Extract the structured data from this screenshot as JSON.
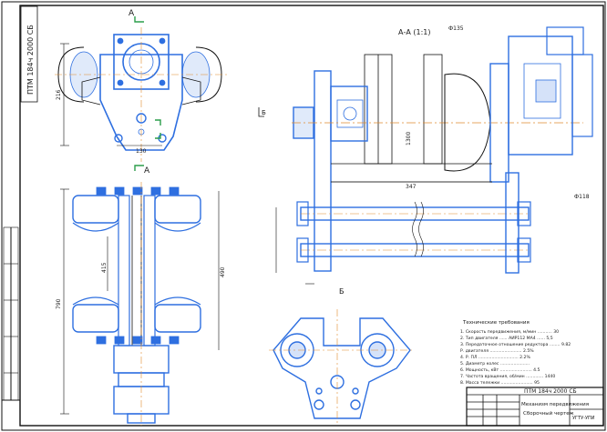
{
  "colors": {
    "paper": "#ffffff",
    "line": "#111111",
    "part_blue": "#2e6fe0",
    "accent_blue": "#8fb3f0",
    "center_orange": "#e08a2c",
    "section_marker": "#2a9d4a"
  },
  "corner_stamp": "ПТМ 184ч 2000 СБ",
  "section_markers": {
    "top_a": "А",
    "bottom_a": "А",
    "section_title": "А-А (1:1)",
    "view_b": "Б",
    "view_b_top": "Б"
  },
  "dimensions": {
    "view1_width": "130",
    "view1_height": "216",
    "view2_height": "790",
    "view2_inner": "415",
    "view2_span": "490",
    "section_shaft": "347",
    "section_length": "1300",
    "section_d1": "Ф135",
    "section_fit": "Ф118"
  },
  "tech_requirements": {
    "title": "Технические требования",
    "items": [
      "1. Скорость передвижения, м/мин ........... 30",
      "2. Тип двигателя ...... АИР112 МA4 ...... 5,5",
      "3. Передаточное отношение редуктора ........ 9.82",
      "   Р. двигателя ........................ 2.5%",
      "4. Р. ПЛ .............................. 2.2%",
      "5. Диаметр колес ...................... ",
      "6. Мощность, кВт ........................ 4.5",
      "7. Частота вращения, об/мин ............. 1440",
      "8. Масса тележки ........................ 95"
    ]
  },
  "title_block": {
    "doc_code": "ПТМ 184ч 2000 СБ",
    "name_line1": "Механизм передвижения",
    "name_line2": "Сборочный чертеж",
    "org": "УГТУ-УПИ"
  }
}
